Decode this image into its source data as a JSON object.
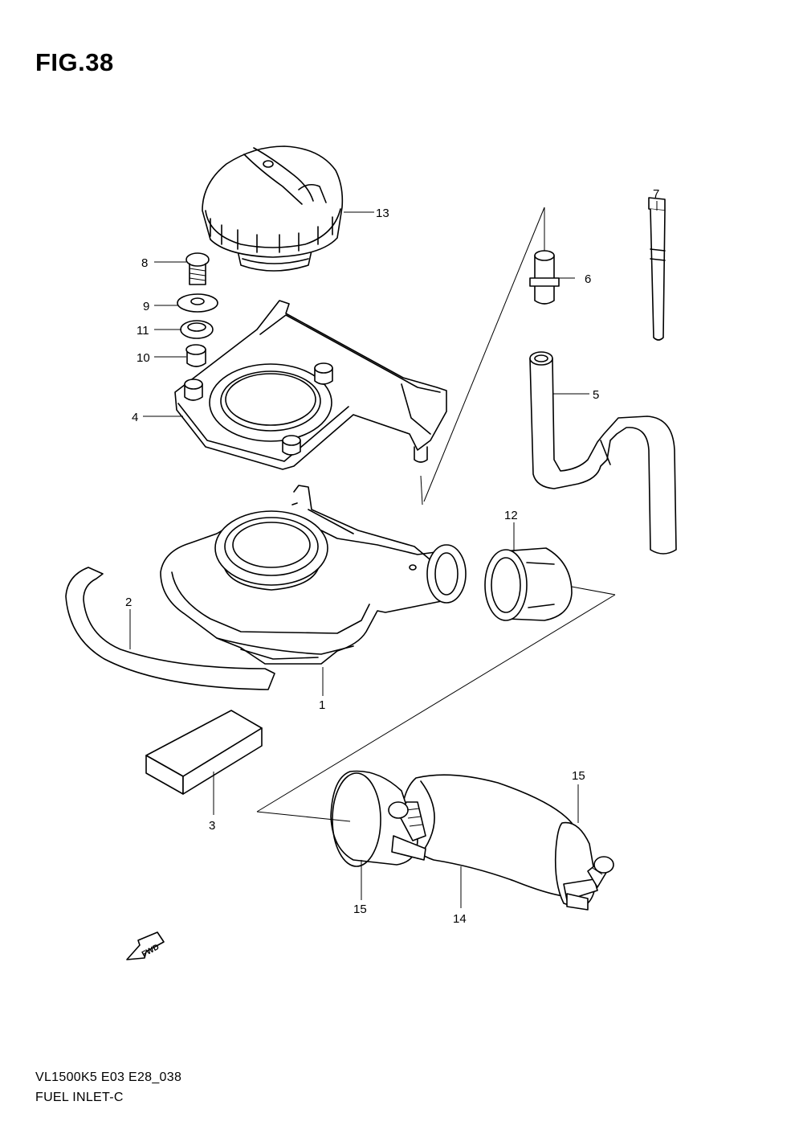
{
  "figure": {
    "title": "FIG.38",
    "model_code": "VL1500K5 E03 E28_038",
    "name": "FUEL INLET-C",
    "fwd_label": "FWD"
  },
  "callouts": {
    "c1": "1",
    "c2": "2",
    "c3": "3",
    "c4": "4",
    "c5": "5",
    "c6": "6",
    "c7": "7",
    "c8": "8",
    "c9": "9",
    "c10": "10",
    "c11": "11",
    "c12": "12",
    "c13": "13",
    "c14": "14",
    "c15a": "15",
    "c15b": "15"
  }
}
